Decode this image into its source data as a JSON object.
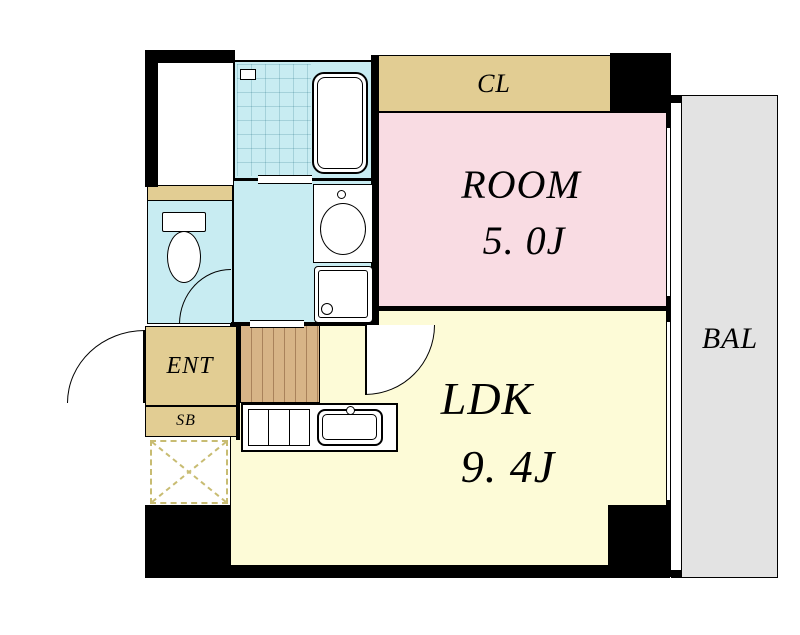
{
  "plan": {
    "rooms": {
      "closet": {
        "label": "CL"
      },
      "bedroom": {
        "label": "ROOM",
        "size": "5. 0J"
      },
      "ldk": {
        "label": "LDK",
        "size": "9. 4J"
      },
      "balcony": {
        "label": "BAL"
      },
      "entrance": {
        "label": "ENT"
      },
      "shoe_box": {
        "label": "SB"
      }
    },
    "colors": {
      "wall": "#000000",
      "bedroom_floor": "#f9dce3",
      "ldk_floor": "#fdfbd7",
      "closet_fill": "#e2cd93",
      "balcony_fill": "#e3e3e3",
      "wet_area": "#c8ecf2",
      "wood_floor": "#d7b487",
      "wood_grain": "#a9825b",
      "dashed_outline": "#c8bc72"
    }
  }
}
